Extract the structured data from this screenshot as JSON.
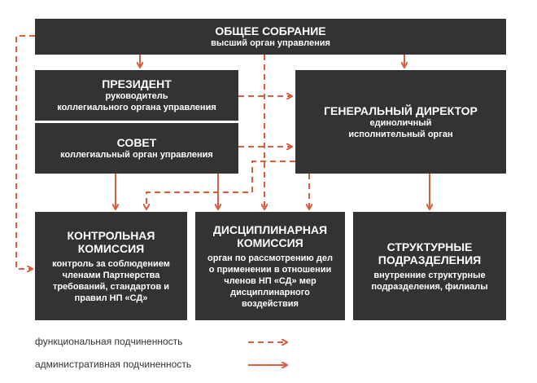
{
  "colors": {
    "box": "#333333",
    "text": "#ffffff",
    "arrow": "#e05a3c"
  },
  "boxes": {
    "assembly": {
      "title": "ОБЩЕЕ СОБРАНИЕ",
      "subtitle": "высший орган управления"
    },
    "president": {
      "title": "ПРЕЗИДЕНТ",
      "subtitle_1": "руководитель",
      "subtitle_2": "коллегиального органа управления"
    },
    "council": {
      "title": "СОВЕТ",
      "subtitle": "коллегиальный орган управления"
    },
    "director": {
      "title": "ГЕНЕРАЛЬНЫЙ ДИРЕКТОР",
      "subtitle_1": "единоличный",
      "subtitle_2": "исполнительный орган"
    },
    "control": {
      "title_1": "КОНТРОЛЬНАЯ",
      "title_2": "КОМИССИЯ",
      "lines": [
        "контроль за соблюдением",
        "членами Партнерства",
        "требований, стандартов и",
        "правил НП «СД»"
      ]
    },
    "disciplinary": {
      "title_1": "ДИСЦИПЛИНАРНАЯ",
      "title_2": "КОМИССИЯ",
      "lines": [
        "орган по рассмотрению дел",
        "о применении в отношении",
        "членов НП «СД» мер",
        "дисциплинарного",
        "воздействия"
      ]
    },
    "structural": {
      "title_1": "СТРУКТУРНЫЕ",
      "title_2": "ПОДРАЗДЕЛЕНИЯ",
      "lines": [
        "внутренние структурные",
        "подразделения, филиалы"
      ]
    }
  },
  "legend": {
    "functional": "функциональная подчиненность",
    "administrative": "административная подчиненность"
  }
}
